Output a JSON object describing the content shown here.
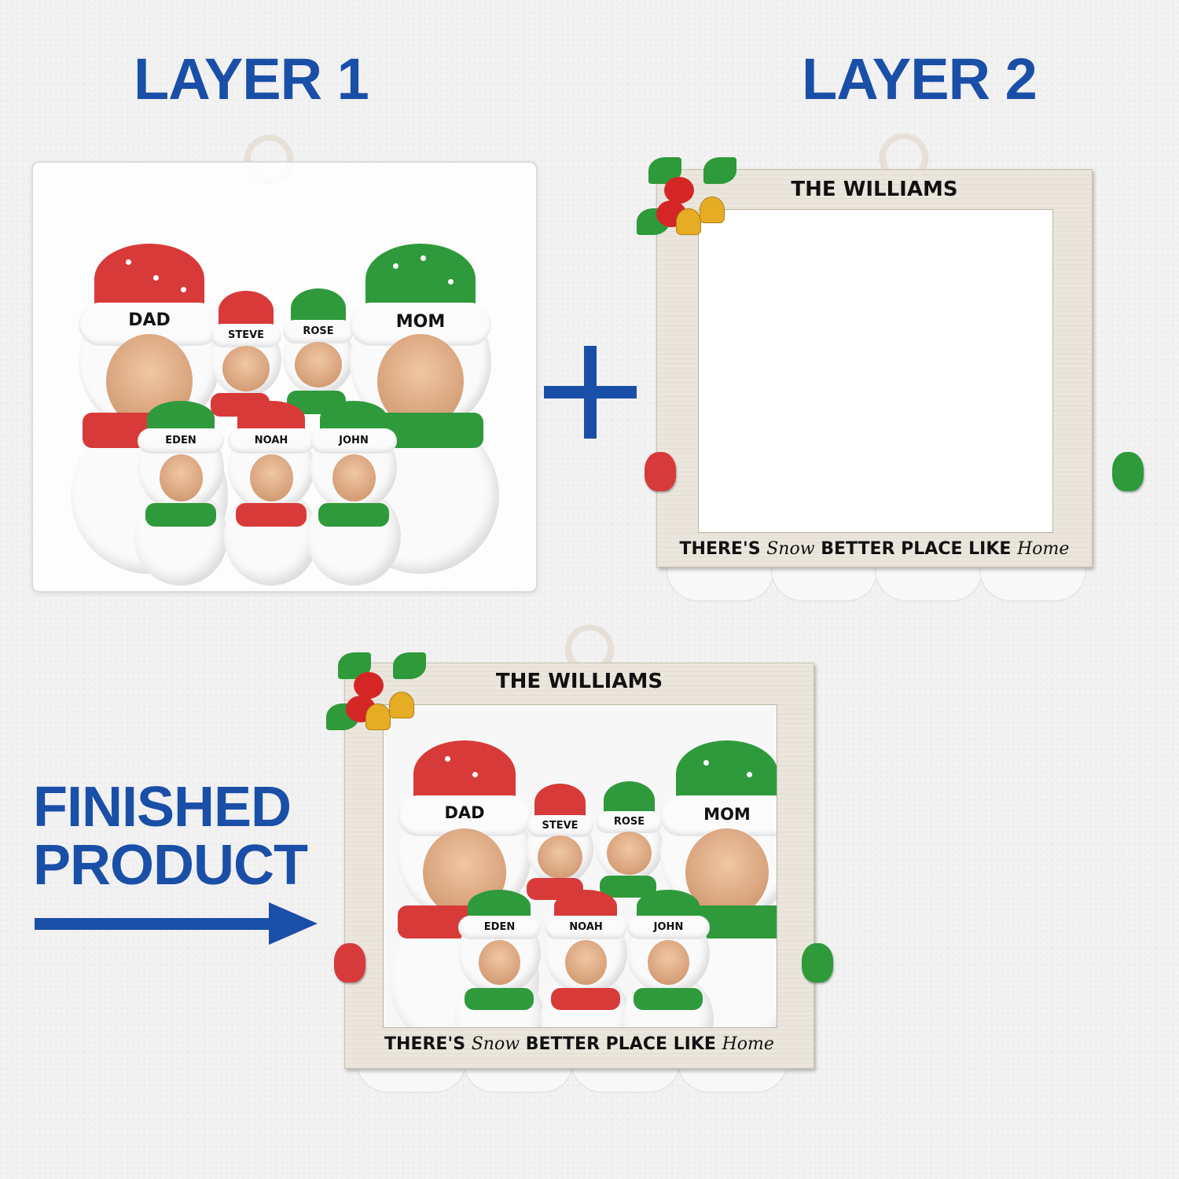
{
  "headings": {
    "layer1": "LAYER 1",
    "layer2": "LAYER 2",
    "finished_line1": "FINISHED",
    "finished_line2": "PRODUCT"
  },
  "symbols": {
    "plus": "plus-sign",
    "arrow": "right-arrow"
  },
  "colors": {
    "heading_blue": "#1a4fa8",
    "hat_red": "#d83a3a",
    "hat_green": "#2f9a3b",
    "frame_wood": "#ebe6dc",
    "bell_gold": "#e6ac24"
  },
  "frame": {
    "title": "THE WILLIAMS",
    "slogan_part1": "THERE'S",
    "slogan_script1": "Snow",
    "slogan_part2": "BETTER PLACE LIKE",
    "slogan_script2": "Home"
  },
  "family": [
    {
      "name": "DAD",
      "hat": "red"
    },
    {
      "name": "STEVE",
      "hat": "red"
    },
    {
      "name": "ROSE",
      "hat": "green"
    },
    {
      "name": "MOM",
      "hat": "green"
    },
    {
      "name": "EDEN",
      "hat": "green"
    },
    {
      "name": "NOAH",
      "hat": "red"
    },
    {
      "name": "JOHN",
      "hat": "green"
    }
  ]
}
